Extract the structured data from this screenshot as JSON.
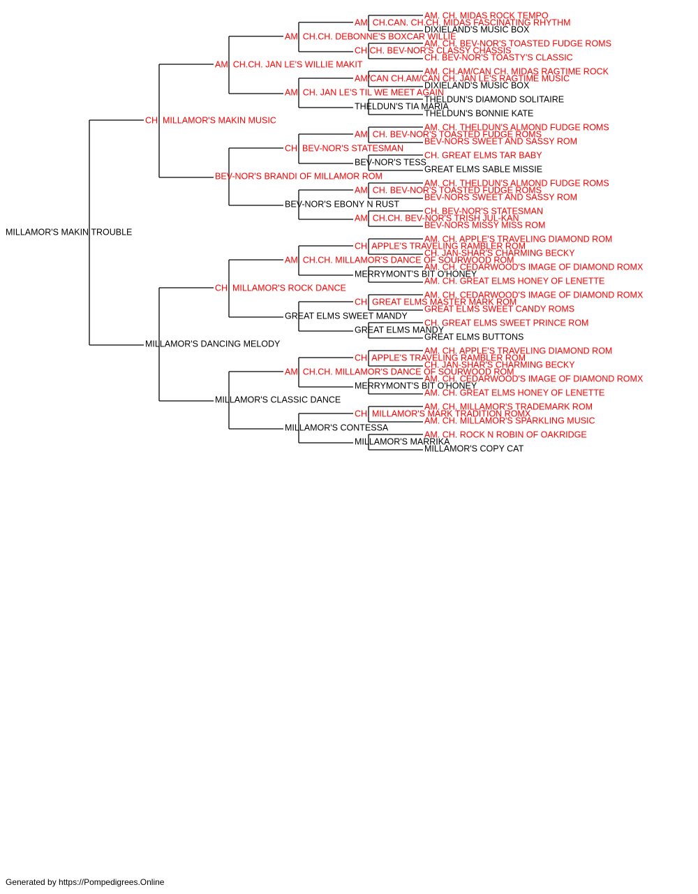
{
  "title_color": "#ff0000",
  "normal_color": "#000000",
  "line_color": "#000000",
  "dog": {
    "name": "MILLAMOR'S MAKIN TROUBLE",
    "ch": false,
    "sire": {
      "name": "CH. MILLAMOR'S MAKIN MUSIC",
      "ch": true,
      "sire": {
        "name": "AM. CH.CH. JAN LE'S WILLIE MAKIT",
        "ch": true,
        "sire": {
          "name": "AM. CH.CH. DEBONNE'S BOXCAR WILLIE",
          "ch": true,
          "sire": {
            "name": "AM. CH.CAN. CH.CH. MIDAS FASCINATING RHYTHM",
            "ch": true,
            "sire": {
              "name": "AM. CH. MIDAS ROCK TEMPO",
              "ch": true
            },
            "dam": {
              "name": "DIXIELAND'S MUSIC BOX",
              "ch": false
            }
          },
          "dam": {
            "name": "CH.CH. BEV-NOR'S CLASSY CHASSIS",
            "ch": true,
            "sire": {
              "name": "AM. CH. BEV-NOR'S TOASTED FUDGE ROMS",
              "ch": true
            },
            "dam": {
              "name": "CH. BEV-NOR'S TOASTY'S CLASSIC",
              "ch": true
            }
          }
        },
        "dam": {
          "name": "AM. CH. JAN LE'S TIL WE MEET AGAIN",
          "ch": true,
          "sire": {
            "name": "AM/CAN CH.AM/CAN CH. JAN LE'S RAGTIME MUSIC",
            "ch": true,
            "sire": {
              "name": "AM. CH.AM/CAN CH. MIDAS RAGTIME ROCK",
              "ch": true
            },
            "dam": {
              "name": "DIXIELAND'S MUSIC BOX",
              "ch": false
            }
          },
          "dam": {
            "name": "THELDUN'S TIA MARIA",
            "ch": false,
            "sire": {
              "name": "THELDUN'S DIAMOND SOLITAIRE",
              "ch": false
            },
            "dam": {
              "name": "THELDUN'S BONNIE KATE",
              "ch": false
            }
          }
        }
      },
      "dam": {
        "name": "BEV-NOR'S BRANDI OF MILLAMOR ROM",
        "ch": true,
        "sire": {
          "name": "CH. BEV-NOR'S STATESMAN",
          "ch": true,
          "sire": {
            "name": "AM. CH. BEV-NOR'S TOASTED FUDGE ROMS",
            "ch": true,
            "sire": {
              "name": "AM. CH. THELDUN'S ALMOND FUDGE ROMS",
              "ch": true
            },
            "dam": {
              "name": "BEV-NORS SWEET AND SASSY ROM",
              "ch": true
            }
          },
          "dam": {
            "name": "BEV-NOR'S TESS",
            "ch": false,
            "sire": {
              "name": "CH. GREAT ELMS TAR BABY",
              "ch": true
            },
            "dam": {
              "name": "GREAT ELMS SABLE MISSIE",
              "ch": false
            }
          }
        },
        "dam": {
          "name": "BEV-NOR'S EBONY N RUST",
          "ch": false,
          "sire": {
            "name": "AM. CH. BEV-NOR'S TOASTED FUDGE ROMS",
            "ch": true,
            "sire": {
              "name": "AM. CH. THELDUN'S ALMOND FUDGE ROMS",
              "ch": true
            },
            "dam": {
              "name": "BEV-NORS SWEET AND SASSY ROM",
              "ch": true
            }
          },
          "dam": {
            "name": "AM. CH.CH. BEV-NOR'S TRISH JUL-KAN",
            "ch": true,
            "sire": {
              "name": "CH. BEV-NOR'S STATESMAN",
              "ch": true
            },
            "dam": {
              "name": "BEV-NORS MISSY MISS ROM",
              "ch": true
            }
          }
        }
      }
    },
    "dam": {
      "name": "MILLAMOR'S DANCING MELODY",
      "ch": false,
      "sire": {
        "name": "CH. MILLAMOR'S ROCK DANCE",
        "ch": true,
        "sire": {
          "name": "AM. CH.CH. MILLAMOR'S DANCE OF SOURWOOD ROM",
          "ch": true,
          "sire": {
            "name": "CH. APPLE'S TRAVELING RAMBLER ROM",
            "ch": true,
            "sire": {
              "name": "AM. CH. APPLE'S TRAVELING DIAMOND ROM",
              "ch": true
            },
            "dam": {
              "name": "CH. JAN-SHAR'S CHARMING BECKY",
              "ch": true
            }
          },
          "dam": {
            "name": "MERRYMONT'S BIT O'HONEY",
            "ch": false,
            "sire": {
              "name": "AM. CH. CEDARWOOD'S IMAGE OF DIAMOND ROMX",
              "ch": true
            },
            "dam": {
              "name": "AM. CH. GREAT ELMS HONEY OF LENETTE",
              "ch": true
            }
          }
        },
        "dam": {
          "name": "GREAT ELMS SWEET MANDY",
          "ch": false,
          "sire": {
            "name": "CH. GREAT ELMS MASTER MARK ROM",
            "ch": true,
            "sire": {
              "name": "AM. CH. CEDARWOOD'S IMAGE OF DIAMOND ROMX",
              "ch": true
            },
            "dam": {
              "name": "GREAT ELMS SWEET CANDY ROMS",
              "ch": true
            }
          },
          "dam": {
            "name": "GREAT ELMS MANDY",
            "ch": false,
            "sire": {
              "name": "CH. GREAT ELMS SWEET PRINCE ROM",
              "ch": true
            },
            "dam": {
              "name": "GREAT ELMS BUTTONS",
              "ch": false
            }
          }
        }
      },
      "dam": {
        "name": "MILLAMOR'S CLASSIC DANCE",
        "ch": false,
        "sire": {
          "name": "AM. CH.CH. MILLAMOR'S DANCE OF SOURWOOD ROM",
          "ch": true,
          "sire": {
            "name": "CH. APPLE'S TRAVELING RAMBLER ROM",
            "ch": true,
            "sire": {
              "name": "AM. CH. APPLE'S TRAVELING DIAMOND ROM",
              "ch": true
            },
            "dam": {
              "name": "CH. JAN-SHAR'S CHARMING BECKY",
              "ch": true
            }
          },
          "dam": {
            "name": "MERRYMONT'S BIT O'HONEY",
            "ch": false,
            "sire": {
              "name": "AM. CH. CEDARWOOD'S IMAGE OF DIAMOND ROMX",
              "ch": true
            },
            "dam": {
              "name": "AM. CH. GREAT ELMS HONEY OF LENETTE",
              "ch": true
            }
          }
        },
        "dam": {
          "name": "MILLAMOR'S CONTESSA",
          "ch": false,
          "sire": {
            "name": "CH. MILLAMOR'S MARK TRADITION ROMX",
            "ch": true,
            "sire": {
              "name": "AM. CH. MILLAMOR'S TRADEMARK ROM",
              "ch": true
            },
            "dam": {
              "name": "AM. CH. MILLAMOR'S SPARKLING MUSIC",
              "ch": true
            }
          },
          "dam": {
            "name": "MILLAMOR'S MARRIKA",
            "ch": false,
            "sire": {
              "name": "AM. CH. ROCK N ROBIN OF OAKRIDGE",
              "ch": true
            },
            "dam": {
              "name": "MILLAMOR'S COPY CAT",
              "ch": false
            }
          }
        }
      }
    }
  },
  "footer": "Generated by https://Pompedigrees.Online"
}
